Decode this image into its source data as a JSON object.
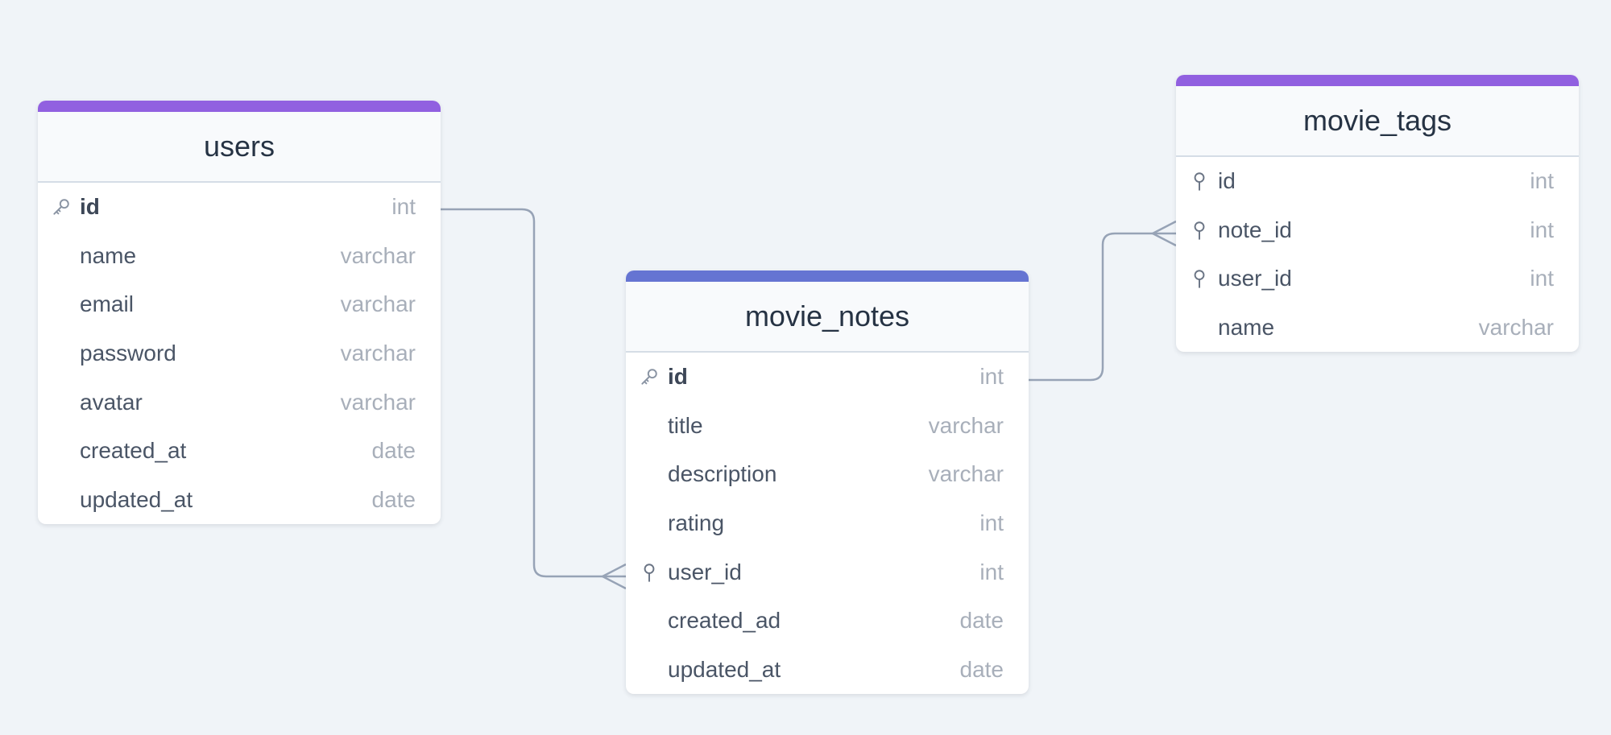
{
  "colors": {
    "background": "#f0f4f8",
    "connector": "#97a3b6"
  },
  "tables": {
    "users": {
      "title": "users",
      "accent": "#9160e0",
      "columns": [
        {
          "name": "id",
          "type": "int",
          "key": "primary",
          "icon": "key-icon"
        },
        {
          "name": "name",
          "type": "varchar",
          "key": "none"
        },
        {
          "name": "email",
          "type": "varchar",
          "key": "none"
        },
        {
          "name": "password",
          "type": "varchar",
          "key": "none"
        },
        {
          "name": "avatar",
          "type": "varchar",
          "key": "none"
        },
        {
          "name": "created_at",
          "type": "date",
          "key": "none"
        },
        {
          "name": "updated_at",
          "type": "date",
          "key": "none"
        }
      ]
    },
    "movie_notes": {
      "title": "movie_notes",
      "accent": "#6574d2",
      "columns": [
        {
          "name": "id",
          "type": "int",
          "key": "primary",
          "icon": "key-icon"
        },
        {
          "name": "title",
          "type": "varchar",
          "key": "none"
        },
        {
          "name": "description",
          "type": "varchar",
          "key": "none"
        },
        {
          "name": "rating",
          "type": "int",
          "key": "none"
        },
        {
          "name": "user_id",
          "type": "int",
          "key": "foreign",
          "icon": "foreign-key-icon"
        },
        {
          "name": "created_ad",
          "type": "date",
          "key": "none"
        },
        {
          "name": "updated_at",
          "type": "date",
          "key": "none"
        }
      ]
    },
    "movie_tags": {
      "title": "movie_tags",
      "accent": "#9160e0",
      "columns": [
        {
          "name": "id",
          "type": "int",
          "key": "foreign",
          "icon": "foreign-key-icon"
        },
        {
          "name": "note_id",
          "type": "int",
          "key": "foreign",
          "icon": "foreign-key-icon"
        },
        {
          "name": "user_id",
          "type": "int",
          "key": "foreign",
          "icon": "foreign-key-icon"
        },
        {
          "name": "name",
          "type": "varchar",
          "key": "none"
        }
      ]
    }
  },
  "relations": [
    {
      "from": "users.id",
      "to": "movie_notes.user_id",
      "cardinality": "one-to-many"
    },
    {
      "from": "movie_notes.id",
      "to": "movie_tags.note_id",
      "cardinality": "one-to-many"
    }
  ]
}
